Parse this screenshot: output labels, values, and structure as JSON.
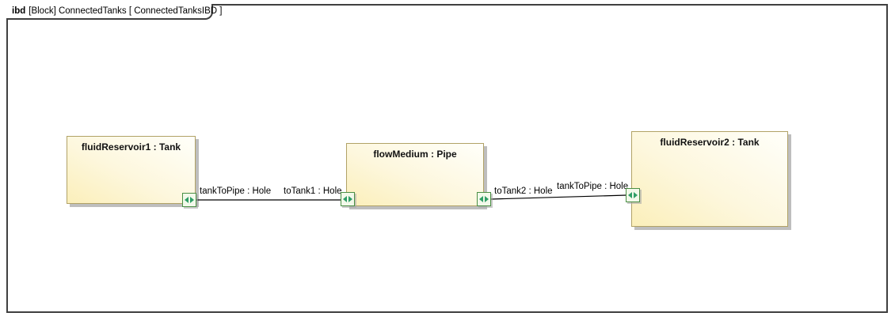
{
  "frame": {
    "diagram_kind": "ibd",
    "title_rest": "[Block] ConnectedTanks [ ConnectedTanksIBD ]"
  },
  "blocks": [
    {
      "label": "fluidReservoir1 : Tank"
    },
    {
      "label": "flowMedium : Pipe"
    },
    {
      "label": "fluidReservoir2 : Tank"
    }
  ],
  "ports": [
    {
      "label": "tankToPipe : Hole"
    },
    {
      "label": "toTank1 : Hole"
    },
    {
      "label": "toTank2 : Hole"
    },
    {
      "label": "tankToPipe : Hole"
    }
  ],
  "connectors": [
    {
      "from_port": 0,
      "to_port": 1
    },
    {
      "from_port": 2,
      "to_port": 3
    }
  ],
  "colors": {
    "block_fill_start": "#fbefba",
    "block_fill_end": "#fffffa",
    "block_border": "#b1a266",
    "port_fill": "#f2f9ea",
    "port_border": "#4a8f44",
    "port_arrow": "#2f9e66",
    "frame_border": "#3f3f3f",
    "connector": "#000000",
    "shadow": "#a8a8a8"
  }
}
